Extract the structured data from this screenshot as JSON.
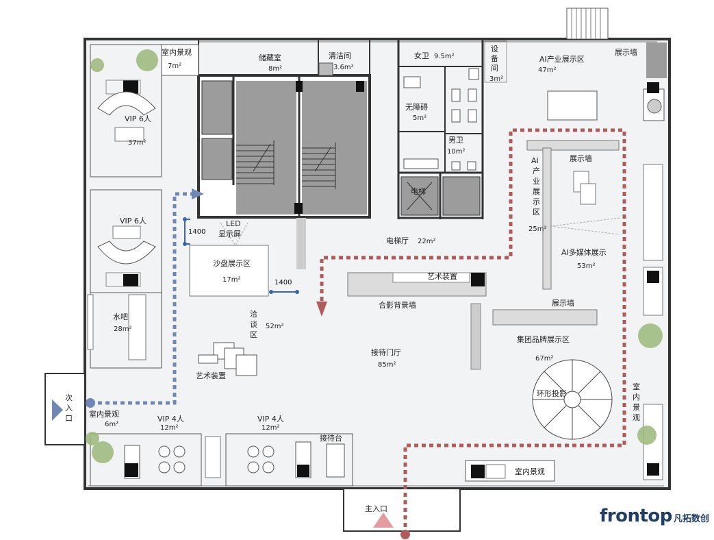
{
  "rooms": {
    "indoor_view_tl": {
      "name": "室内景观",
      "area": "7m²"
    },
    "storage": {
      "name": "储藏室",
      "area": "8m²"
    },
    "cleaning": {
      "name": "清洁间",
      "area": "3.6m²"
    },
    "female_wc": {
      "name": "女卫",
      "area": "9.5m²"
    },
    "accessible": {
      "name": "无障碍",
      "area": "5m²"
    },
    "male_wc": {
      "name": "男卫",
      "area": "10m²"
    },
    "elevator": {
      "name": "电梯"
    },
    "equipment": {
      "name_chars": [
        "设",
        "备",
        "间"
      ],
      "area": "3m²"
    },
    "ai_industry_top": {
      "name": "AI产业展示区",
      "area": "47m²"
    },
    "display_wall_tr": {
      "name": "展示墙"
    },
    "vip_top": {
      "name": "VIP 6人",
      "area": "37m²"
    },
    "vip_mid": {
      "name": "VIP 6人"
    },
    "water_bar": {
      "name": "水吧",
      "area": "28m²"
    },
    "ai_industry_vertical": {
      "name_chars": [
        "AI",
        "产",
        "业",
        "展",
        "示",
        "区"
      ],
      "area": "25m²"
    },
    "display_wall_inner": {
      "name": "展示墙"
    },
    "ai_multimedia": {
      "name": "AI多媒体展示",
      "area": "53m²"
    },
    "elevator_hall": {
      "name": "电梯厅",
      "area": "22m²"
    },
    "led_screen": {
      "name_lines": [
        "LED",
        "显示屏"
      ]
    },
    "sandtable": {
      "name": "沙盘展示区",
      "area": "17m²"
    },
    "art_install_top": {
      "name": "艺术装置"
    },
    "photo_wall": {
      "name": "合影背景墙"
    },
    "negotiation": {
      "name_chars": [
        "洽",
        "谈",
        "区"
      ],
      "area": "52m²"
    },
    "reception_hall": {
      "name": "接待门厅",
      "area": "85m²"
    },
    "display_wall_mid": {
      "name": "展示墙"
    },
    "group_brand": {
      "name": "集团品牌展示区",
      "area": "67m²"
    },
    "art_install_left": {
      "name": "艺术装置"
    },
    "ring_projection": {
      "name": "环形投影"
    },
    "secondary_entrance": {
      "name_chars": [
        "次",
        "入",
        "口"
      ]
    },
    "indoor_view_left": {
      "name": "室内景观",
      "area": "6m²"
    },
    "vip4_left": {
      "name": "VIP 4人",
      "area": "12m²"
    },
    "vip4_right": {
      "name": "VIP 4人",
      "area": "12m²"
    },
    "reception_desk": {
      "name": "接待台"
    },
    "indoor_view_right": {
      "name_chars": [
        "室",
        "内",
        "景",
        "观"
      ]
    },
    "indoor_view_bottom": {
      "name": "室内景观"
    },
    "main_entrance": {
      "name": "主入口"
    }
  },
  "dimensions": {
    "d1": "1400",
    "d2": "1400"
  },
  "brand": {
    "en": "frontop",
    "cn": "凡拓数创"
  },
  "colors": {
    "wall": "#333333",
    "floor": "#f2f3f4",
    "dark_zone": "#9c9c9c",
    "red_path": "#b05a5a",
    "blue_path": "#6e87b5",
    "tree": "#9bb87a"
  }
}
